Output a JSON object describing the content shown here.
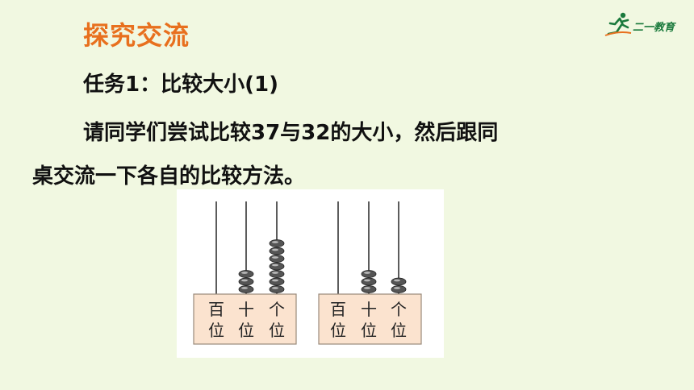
{
  "heading": "探究交流",
  "logo": {
    "text": "二一教育",
    "icon": "running-person-icon"
  },
  "task_title": "任务1：比较大小(1)",
  "paragraph": {
    "line1": "请同学们尝试比较37与32的大小，然后跟同",
    "line2": "桌交流一下各自的比较方法。"
  },
  "abaci": [
    {
      "number": 37,
      "places": [
        {
          "label_top": "百",
          "label_bottom": "位",
          "beads": 0
        },
        {
          "label_top": "十",
          "label_bottom": "位",
          "beads": 3
        },
        {
          "label_top": "个",
          "label_bottom": "位",
          "beads": 7
        }
      ]
    },
    {
      "number": 32,
      "places": [
        {
          "label_top": "百",
          "label_bottom": "位",
          "beads": 0
        },
        {
          "label_top": "十",
          "label_bottom": "位",
          "beads": 3
        },
        {
          "label_top": "个",
          "label_bottom": "位",
          "beads": 2
        }
      ]
    }
  ],
  "colors": {
    "heading": "#e8701e",
    "background": "#f1f8e1",
    "box_fill": "#fbe3cf",
    "box_stroke": "#9a8a7a",
    "bead": "#555555",
    "logo": "#1a7a3c"
  }
}
